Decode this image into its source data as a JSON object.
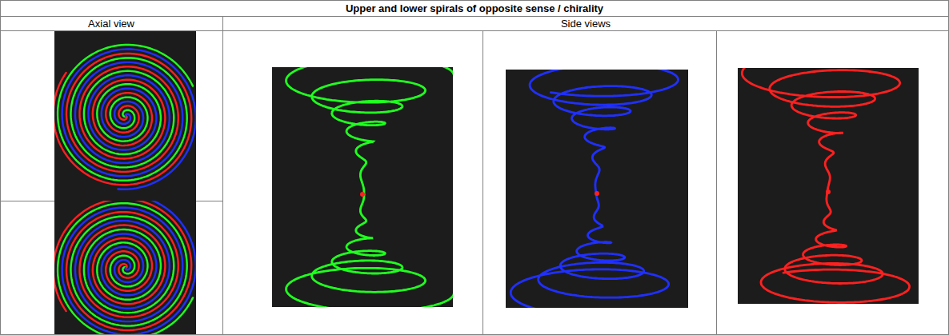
{
  "diagram": {
    "title": "Upper and lower spirals of opposite sense / chirality",
    "labels": [
      "Axial view",
      "Side views"
    ]
  }
}
